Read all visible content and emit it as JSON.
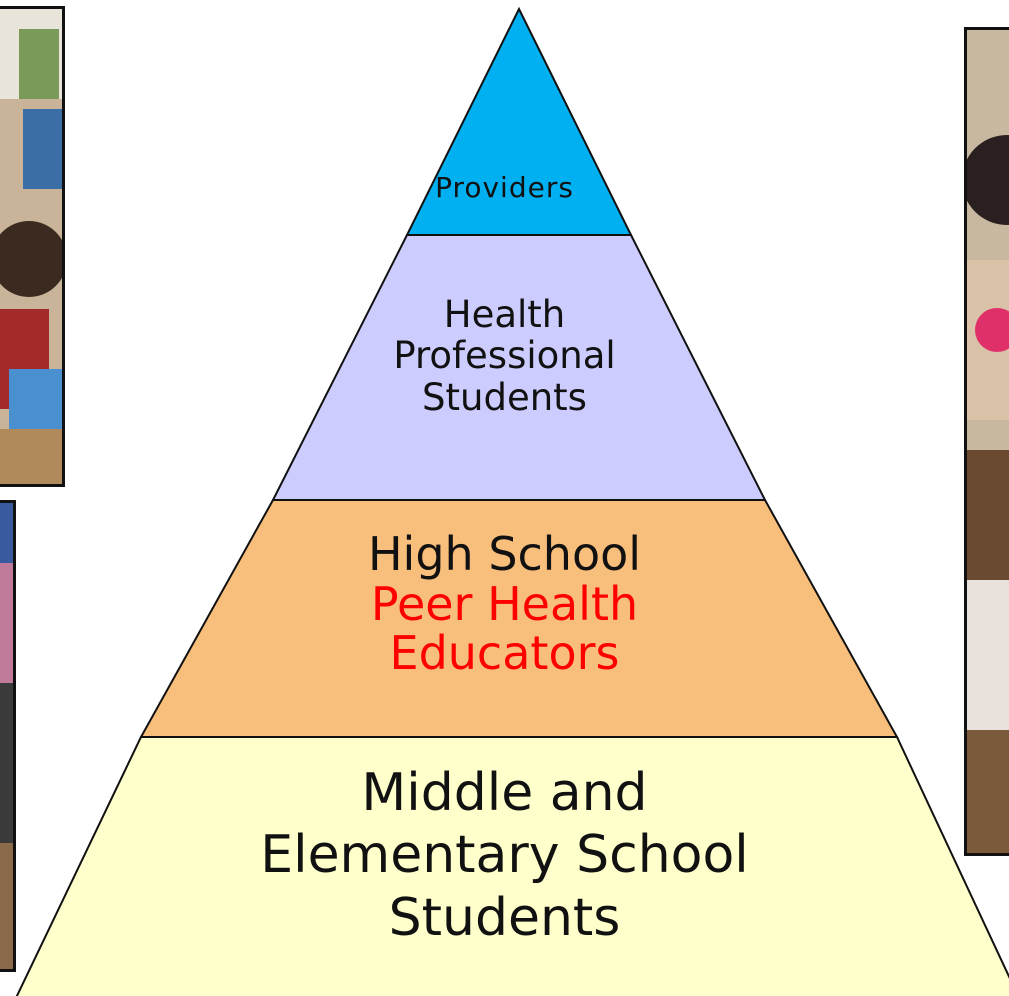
{
  "pyramid": {
    "tiers": [
      {
        "lines": [
          "Providers"
        ],
        "fill": "#00B0F0",
        "text_color": "#111111"
      },
      {
        "lines": [
          "Health",
          "Professional",
          "Students"
        ],
        "fill": "#CCCCFF",
        "text_color": "#111111"
      },
      {
        "lines": [
          "High School"
        ],
        "sub_lines": [
          "Peer Health",
          "Educators"
        ],
        "fill": "#F8BE7C",
        "text_color": "#111111",
        "sub_color": "#FF0000"
      },
      {
        "lines": [
          "Middle and",
          "Elementary School",
          "Students"
        ],
        "fill": "#FFFFCC",
        "text_color": "#111111"
      }
    ],
    "outline": "#111111"
  },
  "photos": [
    {
      "name": "classroom-photo-top-left"
    },
    {
      "name": "classroom-photo-bottom-left"
    },
    {
      "name": "students-photo-right"
    }
  ]
}
